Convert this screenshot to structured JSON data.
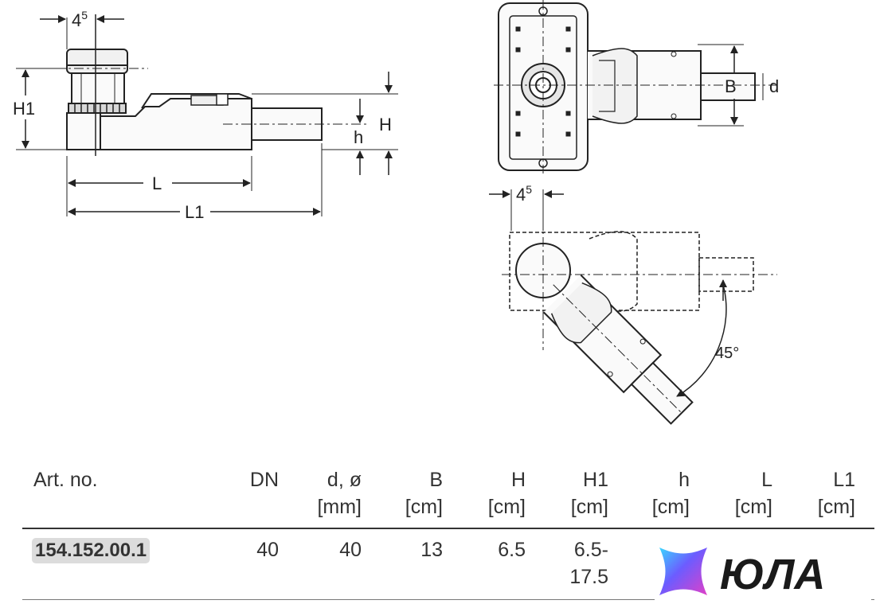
{
  "drawing": {
    "labels": {
      "h1": "H1",
      "big_h": "H",
      "small_h": "h",
      "l": "L",
      "l1": "L1",
      "b": "B",
      "d": "d",
      "offset_main": "4",
      "offset_sup": "5",
      "angle": "45°"
    }
  },
  "table": {
    "headers": [
      {
        "name": "Art. no.",
        "unit": ""
      },
      {
        "name": "DN",
        "unit": ""
      },
      {
        "name": "d, ø",
        "unit": "[mm]"
      },
      {
        "name": "B",
        "unit": "[cm]"
      },
      {
        "name": "H",
        "unit": "[cm]"
      },
      {
        "name": "H1",
        "unit": "[cm]"
      },
      {
        "name": "h",
        "unit": "[cm]"
      },
      {
        "name": "L",
        "unit": "[cm]"
      },
      {
        "name": "L1",
        "unit": "[cm]"
      }
    ],
    "row": {
      "art_no": "154.152.00.1",
      "dn": "40",
      "d": "40",
      "b": "13",
      "h": "6.5",
      "h1_line1": "6.5-",
      "h1_line2": "17.5"
    }
  },
  "watermark": {
    "text": "ЮЛА"
  }
}
